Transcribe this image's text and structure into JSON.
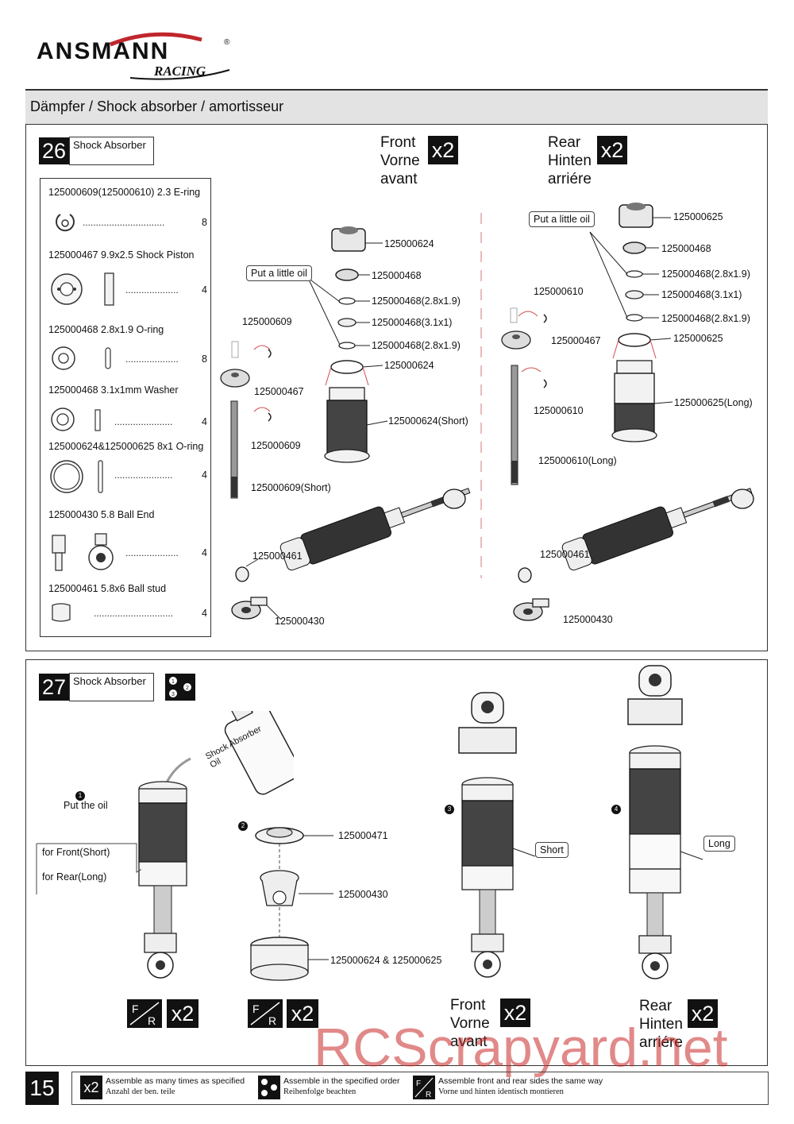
{
  "brand": {
    "name": "ANSMANN",
    "sub": "RACING",
    "reg": "®"
  },
  "section_title": "Dämpfer / Shock absorber / amortisseur",
  "step26": {
    "number": "26",
    "title": "Shock Absorber",
    "front_label": [
      "Front",
      "Vorne",
      "avant"
    ],
    "front_qty": "x2",
    "rear_label": [
      "Rear",
      "Hinten",
      "arriére"
    ],
    "rear_qty": "x2",
    "parts": [
      {
        "name": "125000609(125000610)  2.3 E-ring",
        "qty": "8"
      },
      {
        "name": "125000467  9.9x2.5 Shock Piston",
        "qty": "4"
      },
      {
        "name": "125000468  2.8x1.9 O-ring",
        "qty": "8"
      },
      {
        "name": "125000468  3.1x1mm  Washer",
        "qty": "4"
      },
      {
        "name": "125000624&125000625  8x1 O-ring",
        "qty": "4"
      },
      {
        "name": "125000430  5.8 Ball End",
        "qty": "4"
      },
      {
        "name": "125000461  5.8x6 Ball stud",
        "qty": "4"
      }
    ],
    "front_callouts": {
      "oil_note": "Put a little oil",
      "c1": "125000624",
      "c2": "125000468",
      "c3": "125000468(2.8x1.9)",
      "c4": "125000468(3.1x1)",
      "c5": "125000468(2.8x1.9)",
      "c6": "125000624",
      "c7": "125000624(Short)",
      "c8": "125000609",
      "c9": "125000467",
      "c10": "125000609",
      "c11": "125000609(Short)",
      "c12": "125000461",
      "c13": "125000430"
    },
    "rear_callouts": {
      "oil_note": "Put a little oil",
      "c1": "125000625",
      "c2": "125000468",
      "c3": "125000468(2.8x1.9)",
      "c4": "125000468(3.1x1)",
      "c5": "125000468(2.8x1.9)",
      "c6": "125000625",
      "c7": "125000625(Long)",
      "c8": "125000610",
      "c9": "125000467",
      "c10": "125000610",
      "c11": "125000610(Long)",
      "c12": "125000461",
      "c13": "125000430"
    }
  },
  "step27": {
    "number": "27",
    "title": "Shock Absorber",
    "oil_bottle": "Shock Absorber Oil",
    "put_oil": "Put the oil",
    "fill_note_1": "for Front(Short)",
    "fill_note_2": "for Rear(Long)",
    "c_471": "125000471",
    "c_430": "125000430",
    "c_cap": "125000624 & 125000625",
    "short": "Short",
    "long": "Long",
    "fr_qty_1": "x2",
    "fr_qty_2": "x2",
    "front_label": [
      "Front",
      "Vorne",
      "avant"
    ],
    "front_qty": "x2",
    "rear_label": [
      "Rear",
      "Hinten",
      "arriére"
    ],
    "rear_qty": "x2",
    "steps": [
      "1",
      "2",
      "3",
      "4"
    ]
  },
  "footer": {
    "page": "15",
    "legend": [
      {
        "icon": "x2",
        "en": "Assemble as many times as specified",
        "de": "Anzahl der ben. teile"
      },
      {
        "icon": "order",
        "en": "Assemble in the specified order",
        "de": "Reihenfolge beachten"
      },
      {
        "icon": "F/R",
        "en": "Assemble front and rear sides the same way",
        "de": "Vorne und hinten identisch montieren"
      }
    ]
  },
  "watermark": "RCScrapyard.net"
}
